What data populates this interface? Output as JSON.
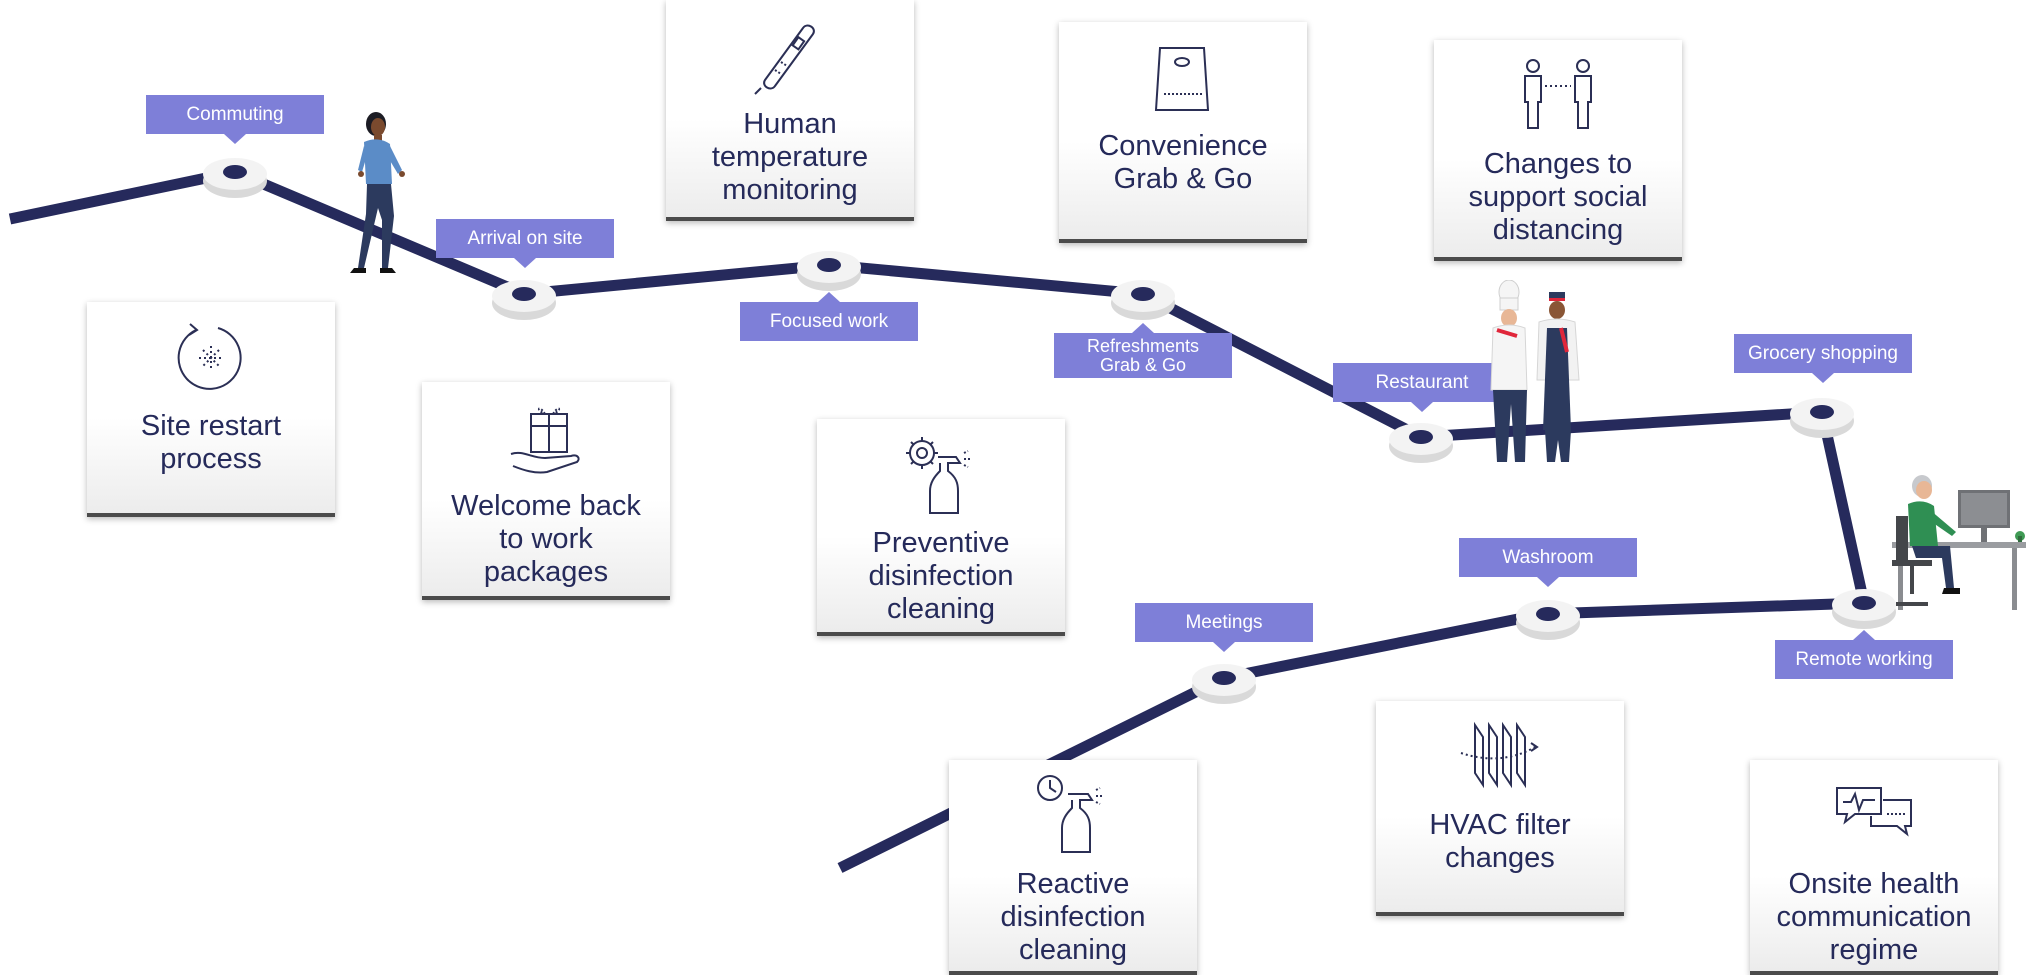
{
  "colors": {
    "path": "#262a5c",
    "label_bg": "#7e7fd8",
    "label_text": "#ffffff",
    "card_text": "#252a5a"
  },
  "stops": [
    {
      "id": "commuting",
      "label": "Commuting"
    },
    {
      "id": "arrival",
      "label": "Arrival on site"
    },
    {
      "id": "focused",
      "label": "Focused work"
    },
    {
      "id": "refreshments",
      "label": "Refreshments\nGrab & Go"
    },
    {
      "id": "restaurant",
      "label": "Restaurant"
    },
    {
      "id": "grocery",
      "label": "Grocery shopping"
    },
    {
      "id": "remote",
      "label": "Remote working"
    },
    {
      "id": "washroom",
      "label": "Washroom"
    },
    {
      "id": "meetings",
      "label": "Meetings"
    }
  ],
  "cards": [
    {
      "id": "site-restart",
      "title": "Site restart\nprocess",
      "icon": "restart-cycle-icon"
    },
    {
      "id": "welcome-back",
      "title": "Welcome back\nto work\npackages",
      "icon": "gift-in-hand-icon"
    },
    {
      "id": "temperature",
      "title": "Human\ntemperature\nmonitoring",
      "icon": "thermometer-icon"
    },
    {
      "id": "preventive",
      "title": "Preventive\ndisinfection\ncleaning",
      "icon": "spray-bottle-gear-icon"
    },
    {
      "id": "convenience",
      "title": "Convenience\nGrab & Go",
      "icon": "shopping-bag-icon"
    },
    {
      "id": "social-distancing",
      "title": "Changes to\nsupport social\ndistancing",
      "icon": "people-distance-icon"
    },
    {
      "id": "reactive",
      "title": "Reactive\ndisinfection\ncleaning",
      "icon": "spray-bottle-clock-icon"
    },
    {
      "id": "hvac",
      "title": "HVAC filter\nchanges",
      "icon": "air-filter-icon"
    },
    {
      "id": "health-comms",
      "title": "Onsite health\ncommunication\nregime",
      "icon": "chat-bubbles-icon"
    }
  ],
  "people": [
    {
      "id": "walking-woman",
      "icon": "walking-person-icon"
    },
    {
      "id": "chefs",
      "icon": "chef-pair-icon"
    },
    {
      "id": "desk-worker",
      "icon": "remote-worker-desk-icon"
    }
  ]
}
